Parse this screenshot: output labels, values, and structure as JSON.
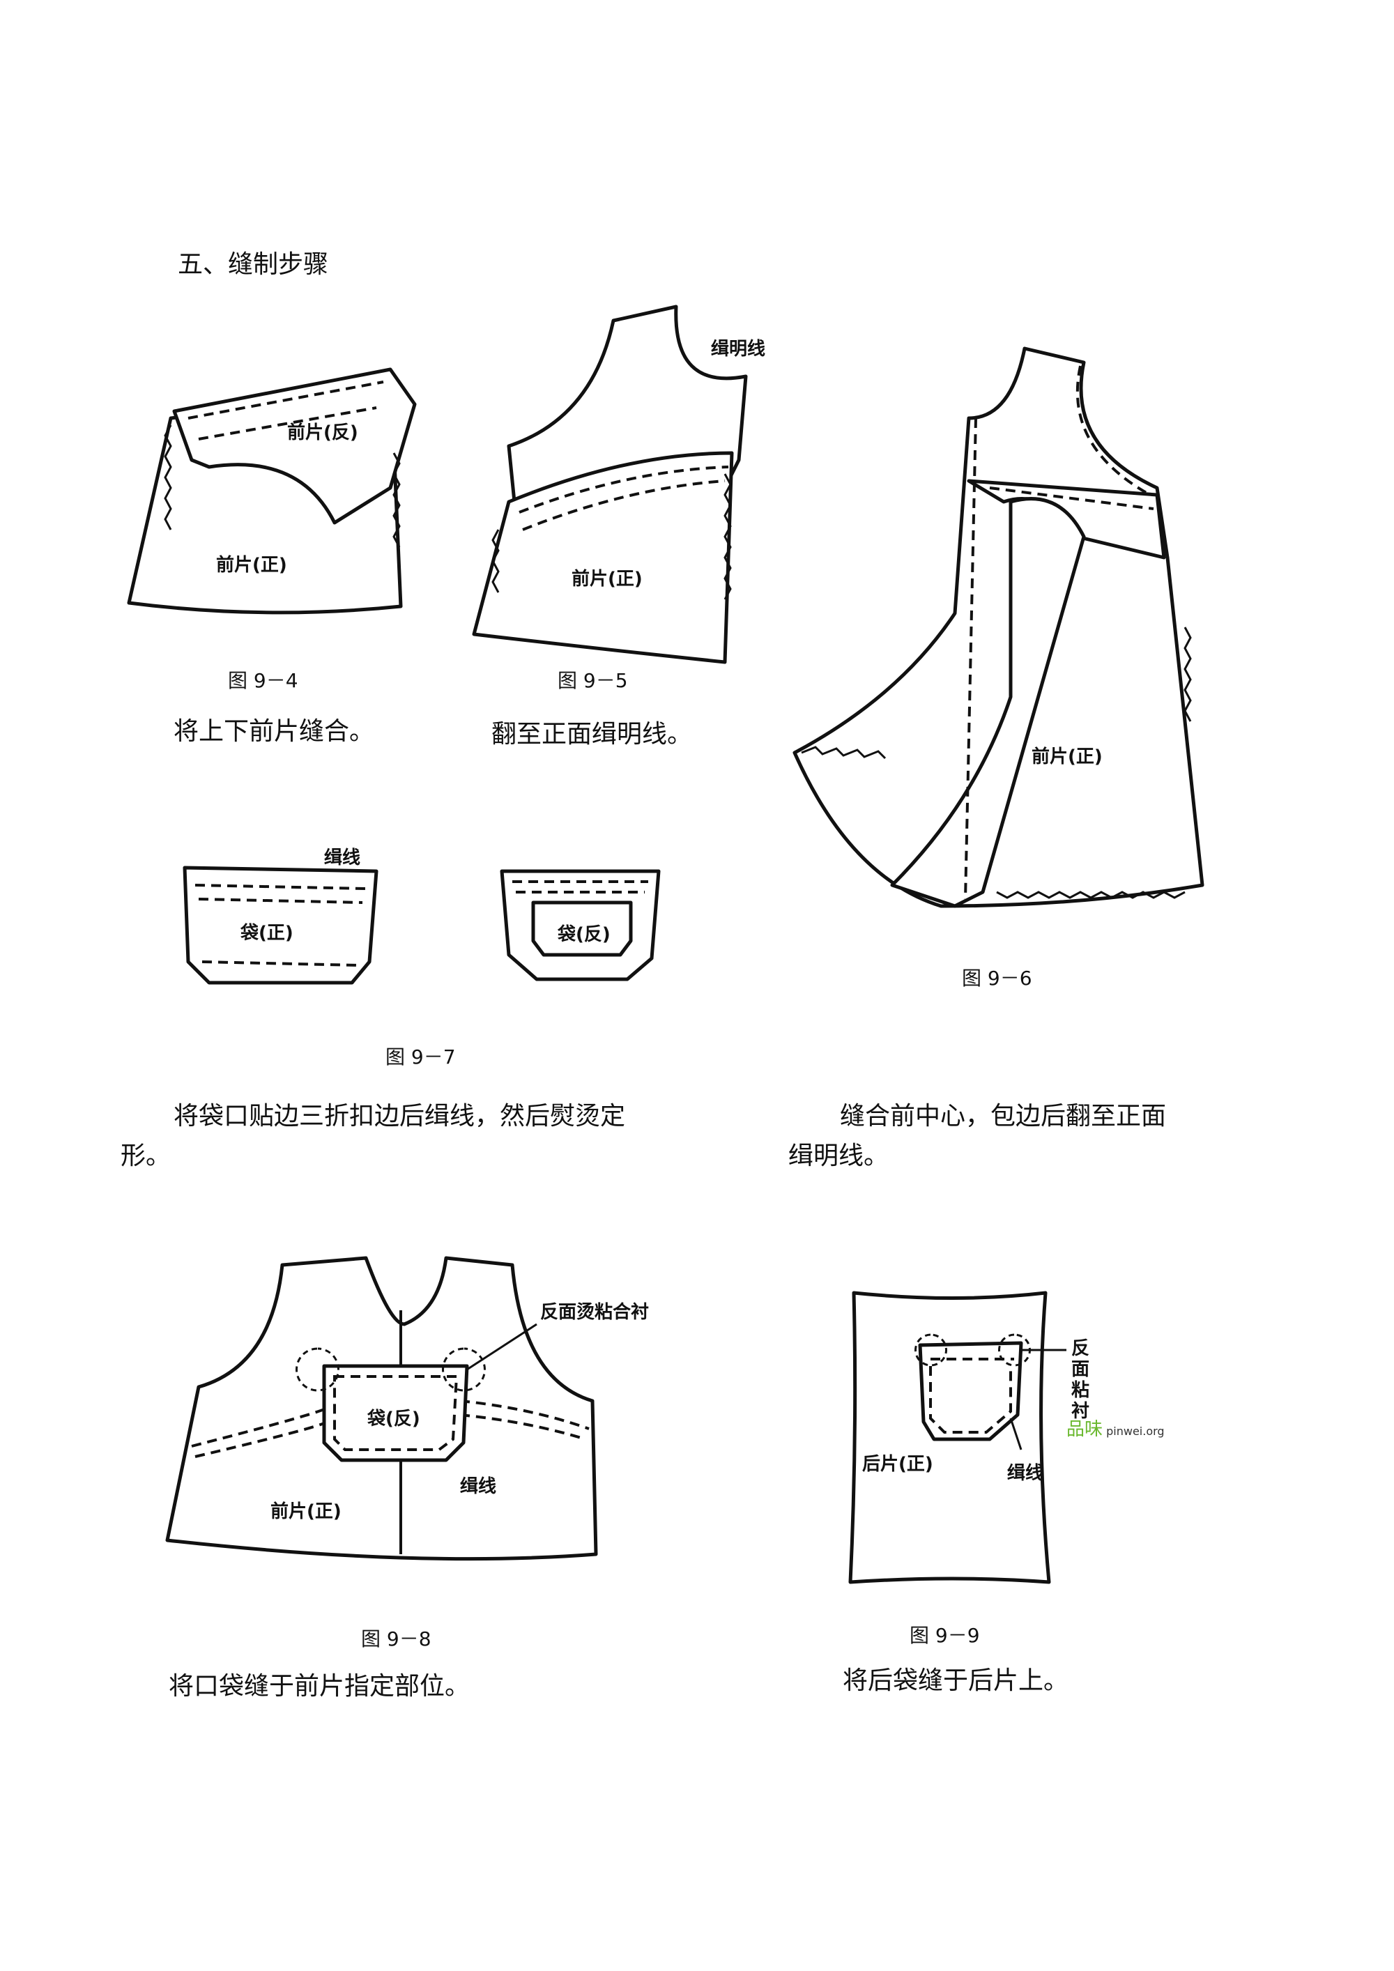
{
  "section_title": "五、缝制步骤",
  "figures": {
    "f94": {
      "caption": "图 9－4",
      "labels": {
        "back": "前片(反)",
        "front": "前片(正)"
      },
      "text": "将上下前片缝合。"
    },
    "f95": {
      "caption": "图 9－5",
      "labels": {
        "topstitch": "缉明线",
        "front": "前片(正)"
      },
      "text": "翻至正面缉明线。"
    },
    "f96": {
      "caption": "图 9－6",
      "labels": {
        "front": "前片(正)"
      },
      "text_line1": "缝合前中心，包边后翻至正面",
      "text_line2": "缉明线。"
    },
    "f97": {
      "caption": "图 9－7",
      "labels": {
        "stitch": "缉线",
        "pocket_front": "袋(正)",
        "pocket_back": "袋(反)"
      },
      "text_line1": "将袋口贴边三折扣边后缉线，然后熨烫定",
      "text_line2": "形。"
    },
    "f98": {
      "caption": "图 9－8",
      "labels": {
        "interlining": "反面烫粘合衬",
        "pocket_back": "袋(反)",
        "stitch": "缉线",
        "front": "前片(正)"
      },
      "text": "将口袋缝于前片指定部位。"
    },
    "f99": {
      "caption": "图 9－9",
      "labels": {
        "interlining": "反面粘衬",
        "back": "后片(正)",
        "stitch": "缉线"
      },
      "text": "将后袋缝于后片上。"
    }
  },
  "watermark": {
    "logo": "品味",
    "site": "pinwei.org"
  }
}
